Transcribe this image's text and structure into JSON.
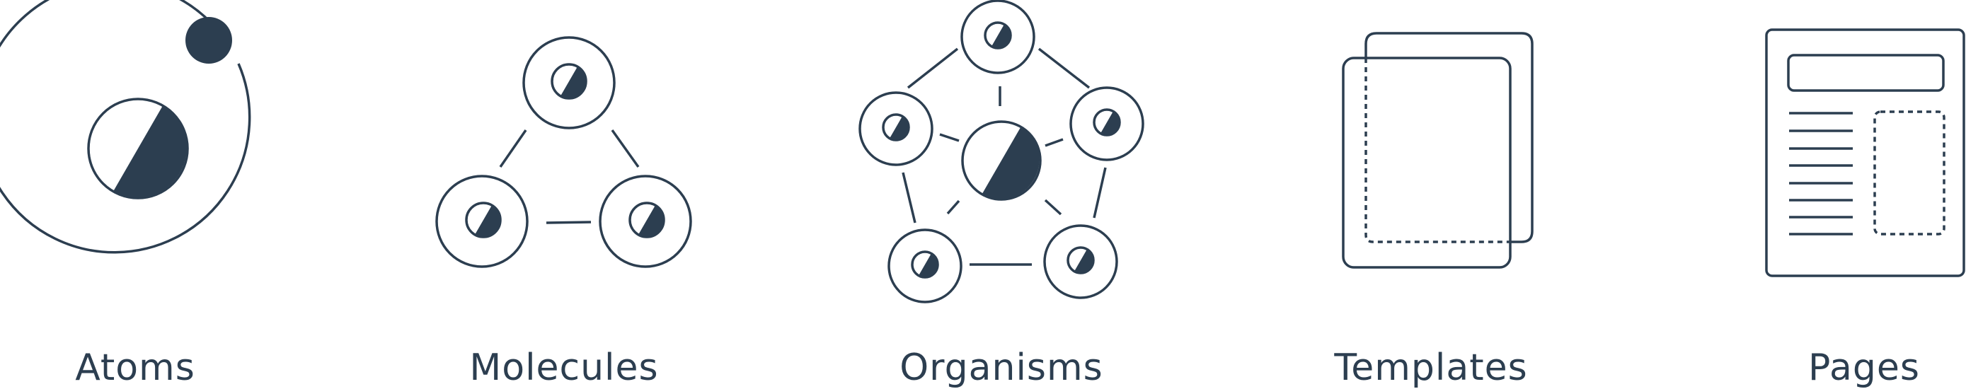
{
  "labels": {
    "atoms": "Atoms",
    "molecules": "Molecules",
    "organisms": "Organisms",
    "templates": "Templates",
    "pages": "Pages"
  },
  "colors": {
    "ink": "#2c3e50",
    "background": "#ffffff"
  }
}
